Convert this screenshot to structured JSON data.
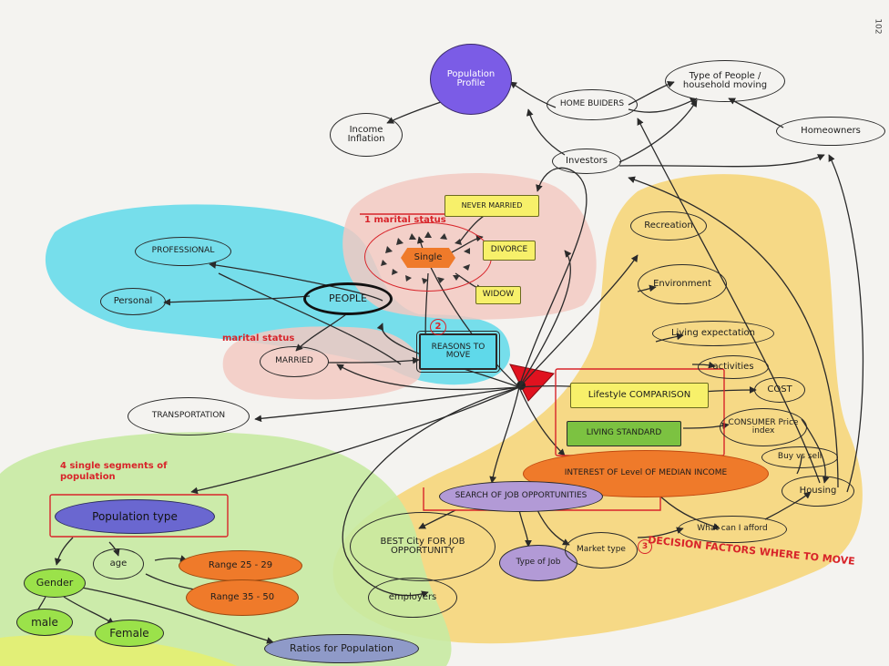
{
  "page_number": "102",
  "nodes": {
    "population_profile": "Population Profile",
    "type_of_people": "Type of People / household moving",
    "home_buiders": "HOME BUIDERS",
    "homeowners": "Homeowners",
    "income_inflation": "Income Inflation",
    "investors": "Investors",
    "professional": "PROFESSIONAL",
    "personal": "Personal",
    "people": "PEOPLE",
    "married": "MARRIED",
    "reasons_to_move": "REASONS TO MOVE",
    "never_married": "NEVER MARRIED",
    "single": "Single",
    "divorce": "DIVORCE",
    "widow": "WIDOW",
    "transportation": "TRANSPORTATION",
    "recreation": "Recreation",
    "environment": "Environment",
    "living_expectation": "Living expectation",
    "activities": "activities",
    "cost": "COST",
    "lifestyle_comparison": "Lifestyle COMPARISON",
    "living_standard": "LIVING STANDARD",
    "consumer_price_index": "CONSUMER Price index",
    "buy_vs_sell": "Buy vs sell",
    "housing": "Housing",
    "median_income": "INTEREST OF Level OF MEDIAN INCOME",
    "search_job": "SEARCH OF JOB OPPORTUNITIES",
    "best_city": "BEST City FOR JOB OPPORTUNITY",
    "type_of_job": "Type of Job",
    "market_type": "Market type",
    "what_can_i_afford": "What can I afford",
    "employers": "employers",
    "population_type": "Population type",
    "age": "age",
    "range_1": "Range 25 - 29",
    "range_2": "Range 35 - 50",
    "gender": "Gender",
    "male": "male",
    "female": "Female",
    "ratio": "Ratios for Population"
  },
  "annotations": {
    "marital_status_1": "1 marital status",
    "marital_status_2": "marital status",
    "num_2": "2",
    "num_3": "3",
    "segments": "4 single segments of population",
    "decision_factors": "DECISION FACTORS WHERE TO MOVE"
  },
  "colors": {
    "cyan_region": "#5fd9ea",
    "pink_region": "#f2c9c2",
    "yellow_region": "#f6d67a",
    "green_region": "#c8eaa2",
    "purple_node": "#7b5ce6",
    "orange_node": "#ef7a2a",
    "lavender_node": "#b29ad6",
    "yellow_box": "#f7f06a",
    "green_box": "#7cc241",
    "red_marker": "#e0121f"
  }
}
